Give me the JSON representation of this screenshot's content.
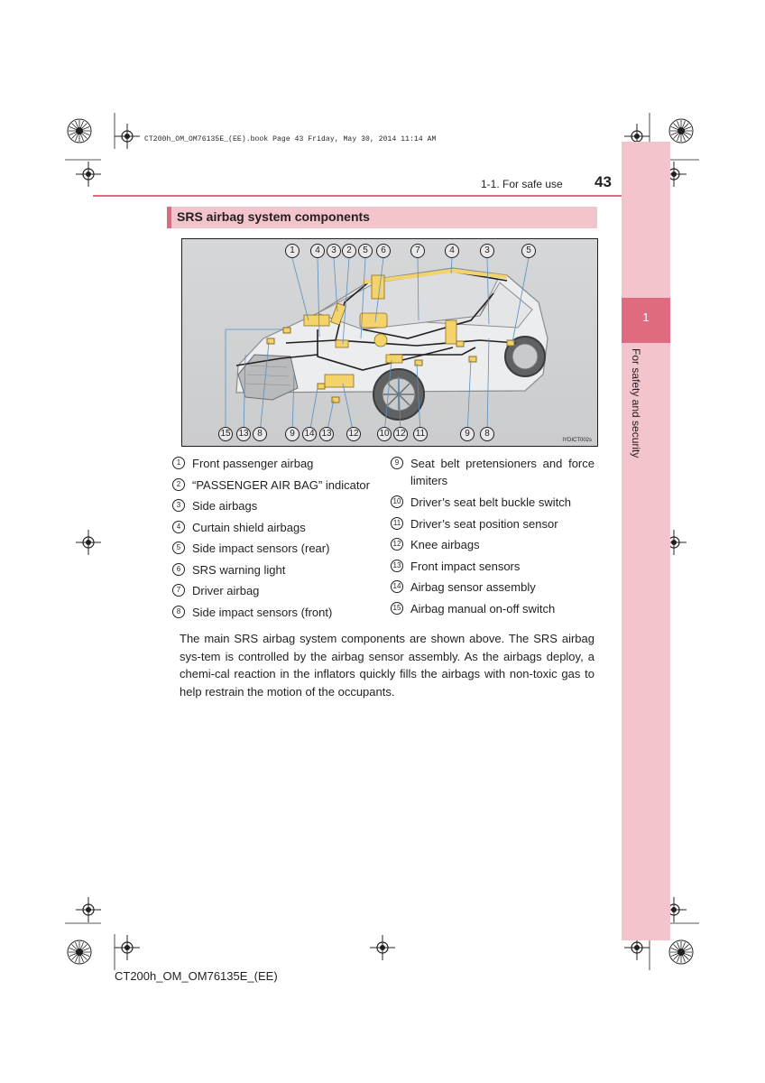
{
  "print_line": "CT200h_OM_OM76135E_(EE).book  Page 43  Friday, May 30, 2014  11:14 AM",
  "header": {
    "section": "1-1. For safe use",
    "page_number": "43"
  },
  "side_tab": {
    "chapter_number": "1",
    "chapter_title": "For safety and security"
  },
  "heading": "SRS airbag system components",
  "figure": {
    "code": "IYDICT002s",
    "top_callouts": [
      "1",
      "4",
      "3",
      "2",
      "5",
      "6",
      "7",
      "4",
      "3",
      "5"
    ],
    "bottom_callouts": [
      "15",
      "13",
      "8",
      "9",
      "14",
      "13",
      "12",
      "10",
      "12",
      "11",
      "9",
      "8"
    ]
  },
  "legend_left": [
    {
      "num": "1",
      "text": "Front passenger airbag"
    },
    {
      "num": "2",
      "text": "“PASSENGER AIR BAG” indicator"
    },
    {
      "num": "3",
      "text": "Side airbags"
    },
    {
      "num": "4",
      "text": "Curtain shield airbags"
    },
    {
      "num": "5",
      "text": "Side impact sensors (rear)"
    },
    {
      "num": "6",
      "text": "SRS warning light"
    },
    {
      "num": "7",
      "text": "Driver airbag"
    },
    {
      "num": "8",
      "text": "Side impact sensors (front)"
    }
  ],
  "legend_right": [
    {
      "num": "9",
      "text": "Seat belt pretensioners and force limiters"
    },
    {
      "num": "10",
      "text": "Driver’s seat belt buckle switch"
    },
    {
      "num": "11",
      "text": "Driver’s seat position sensor"
    },
    {
      "num": "12",
      "text": "Knee airbags"
    },
    {
      "num": "13",
      "text": "Front impact sensors"
    },
    {
      "num": "14",
      "text": "Airbag sensor assembly"
    },
    {
      "num": "15",
      "text": "Airbag manual on-off switch"
    }
  ],
  "paragraph": "The main SRS airbag system components are shown above. The SRS airbag sys-tem is controlled by the airbag sensor assembly. As the airbags deploy, a chemi-cal reaction in the inflators quickly fills the airbags with non-toxic gas to help restrain the motion of the occupants.",
  "footer": "CT200h_OM_OM76135E_(EE)",
  "colors": {
    "accent": "#e06a80",
    "tab": "#f4c4cd",
    "component": "#f5d36b"
  }
}
